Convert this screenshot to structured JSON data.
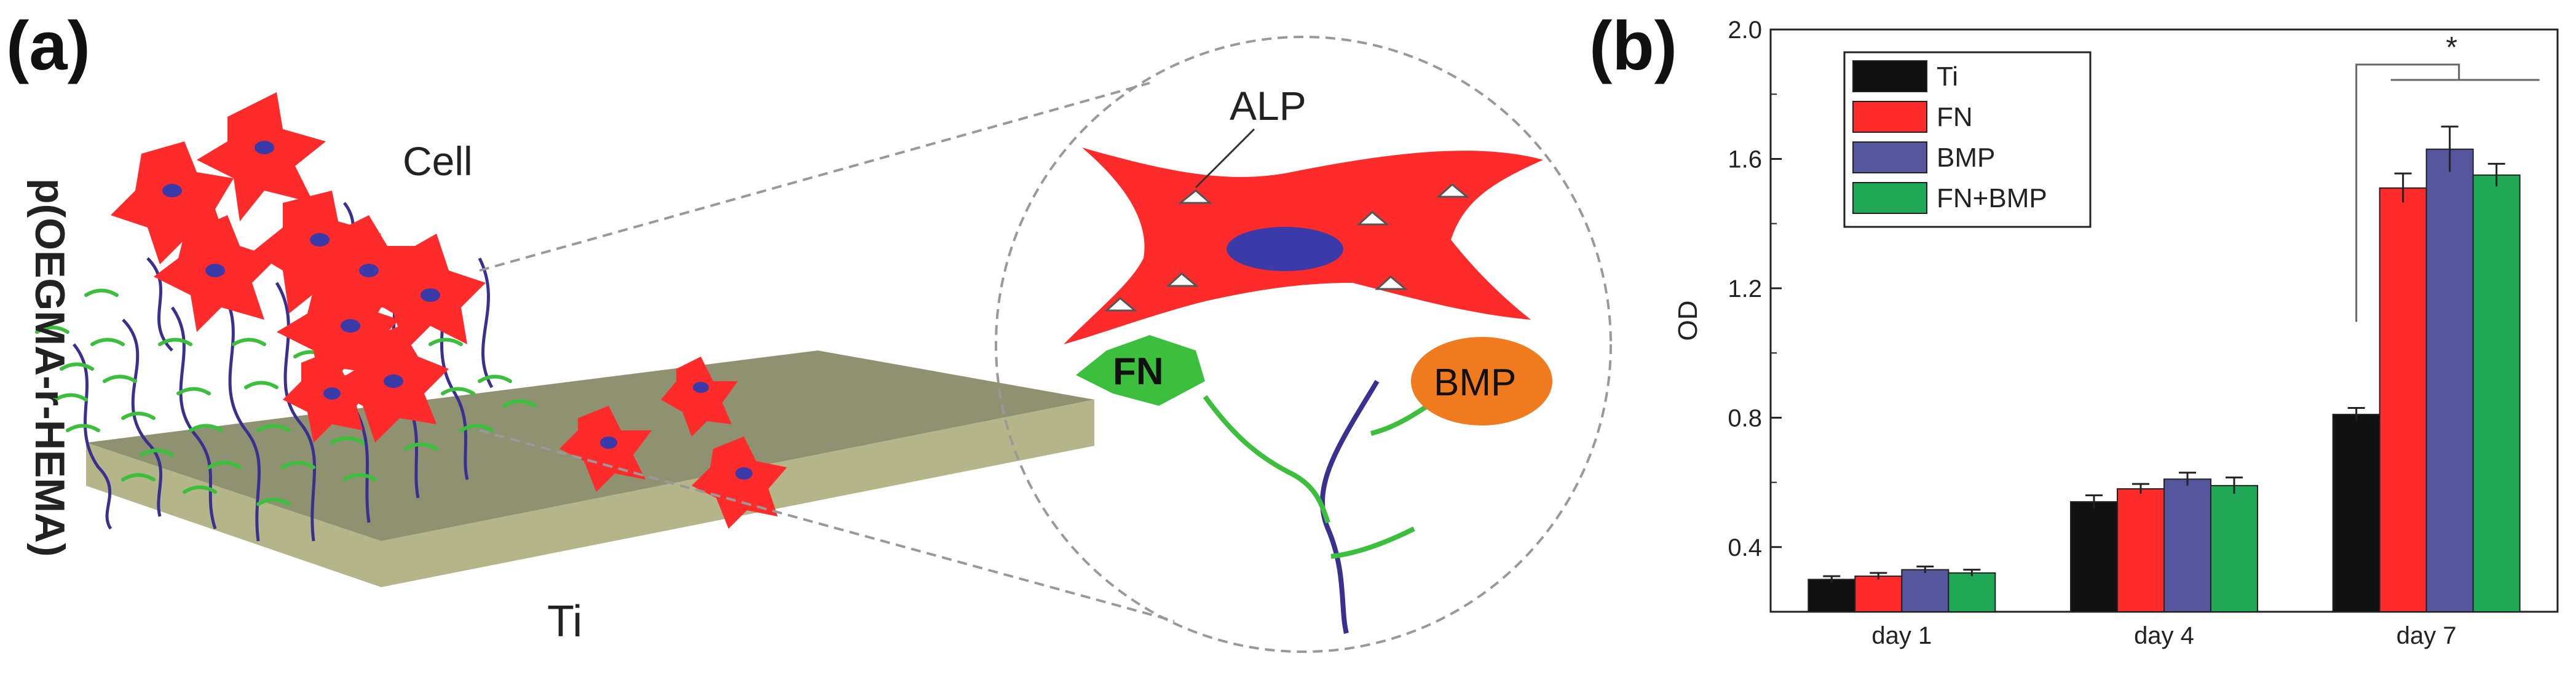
{
  "panel_a": {
    "label": "(a)",
    "texts": {
      "cell": "Cell",
      "polymer": "p(OEGMA-r-HEMA)",
      "substrate": "Ti",
      "alp": "ALP",
      "fn": "FN",
      "bmp": "BMP"
    },
    "colors": {
      "cell": "#ff2a2a",
      "nucleus": "#3a3aa8",
      "fn_hexagon": "#3cbf3c",
      "bmp_ellipse": "#f07a1e",
      "brush_chain": "#3a3090",
      "side_chain": "#3cbf3c",
      "substrate_top": "#8f9270",
      "substrate_side": "#b5b58a"
    }
  },
  "panel_b": {
    "label": "(b)",
    "significance_mark": "*"
  },
  "chart_data": {
    "type": "bar",
    "categories": [
      "day 1",
      "day 4",
      "day 7"
    ],
    "ylabel": "OD",
    "ylim": [
      0.2,
      2.0
    ],
    "yticks": [
      "0.4",
      "0.8",
      "1.2",
      "1.6",
      "2.0"
    ],
    "legend_position": "top-left",
    "series": [
      {
        "name": "Ti",
        "color": "#111111",
        "values": [
          0.3,
          0.54,
          0.81
        ],
        "errors": [
          0.01,
          0.02,
          0.02
        ]
      },
      {
        "name": "FN",
        "color": "#ff2a2a",
        "values": [
          0.31,
          0.58,
          1.51
        ],
        "errors": [
          0.01,
          0.015,
          0.045
        ]
      },
      {
        "name": "BMP",
        "color": "#55559e",
        "values": [
          0.33,
          0.61,
          1.63
        ],
        "errors": [
          0.01,
          0.02,
          0.07
        ]
      },
      {
        "name": "FN+BMP",
        "color": "#1fa856",
        "values": [
          0.32,
          0.59,
          1.55
        ],
        "errors": [
          0.01,
          0.025,
          0.035
        ]
      }
    ]
  }
}
